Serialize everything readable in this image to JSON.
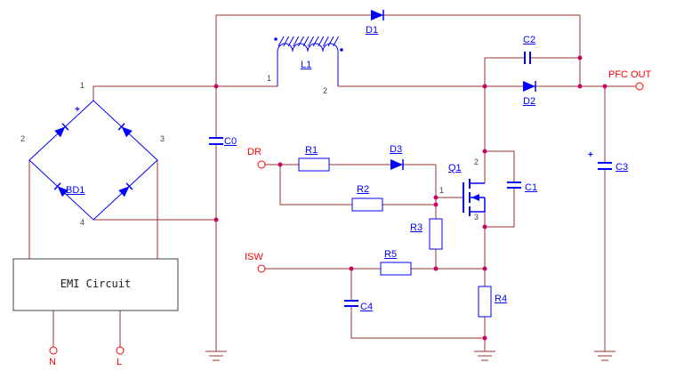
{
  "colors": {
    "wire": "#993333",
    "component": "#0000ff",
    "junction_dot": "#cc0066",
    "port": "#ff0000",
    "pin_number": "#404040",
    "block_outline": "#404040",
    "background": "#ffffff"
  },
  "ports": {
    "dr": "DR",
    "isw": "ISW",
    "pfc_out": "PFC OUT",
    "n": "N",
    "l": "L"
  },
  "blocks": {
    "emi": "EMI Circuit"
  },
  "components": {
    "bd1": {
      "ref": "BD1",
      "pin1": "1",
      "pin2": "2",
      "pin3": "3",
      "pin4": "4",
      "polarity": "+"
    },
    "c0": {
      "ref": "C0"
    },
    "l1": {
      "ref": "L1",
      "pin1": "1",
      "pin2": "2"
    },
    "d1": {
      "ref": "D1"
    },
    "d2": {
      "ref": "D2"
    },
    "d3": {
      "ref": "D3"
    },
    "c1": {
      "ref": "C1"
    },
    "c2": {
      "ref": "C2"
    },
    "c3": {
      "ref": "C3",
      "polarity": "+"
    },
    "c4": {
      "ref": "C4"
    },
    "r1": {
      "ref": "R1"
    },
    "r2": {
      "ref": "R2"
    },
    "r3": {
      "ref": "R3"
    },
    "r4": {
      "ref": "R4"
    },
    "r5": {
      "ref": "R5"
    },
    "q1": {
      "ref": "Q1",
      "pin_gate": "1",
      "pin_drain": "2",
      "pin_source": "3"
    }
  }
}
